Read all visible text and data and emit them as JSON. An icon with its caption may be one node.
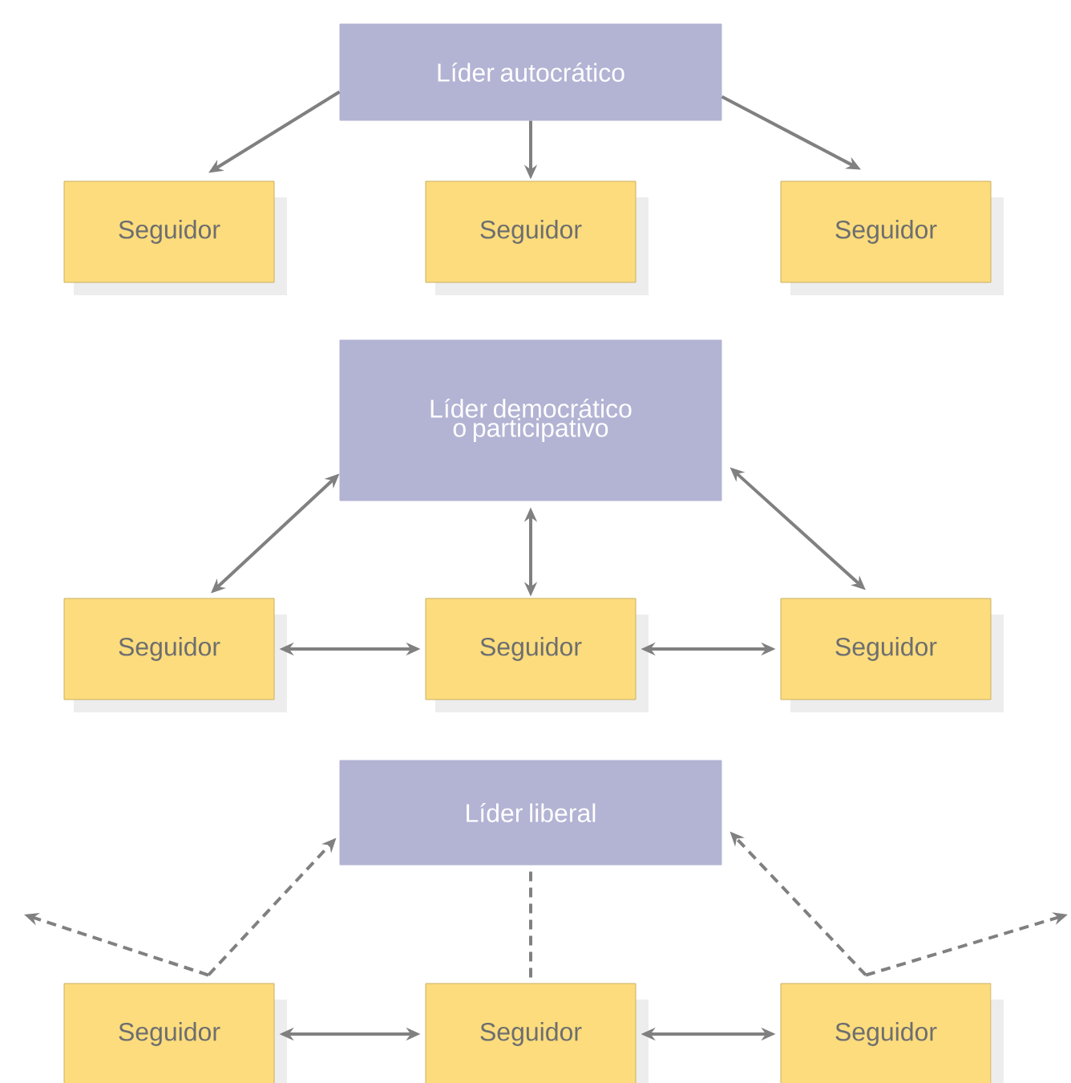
{
  "diagram": {
    "nodes": [
      {
        "text": [
          "Líder autocrático"
        ]
      },
      {
        "text": [
          "Seguidor"
        ]
      },
      {
        "text": [
          "Seguidor"
        ]
      },
      {
        "text": [
          "Seguidor"
        ]
      },
      {
        "text": [
          "Líder democrático o participativo"
        ]
      },
      {
        "text": [
          "Seguidor"
        ]
      },
      {
        "text": [
          "Seguidor"
        ]
      },
      {
        "text": [
          "Seguidor"
        ]
      },
      {
        "text": [
          "Líder liberal"
        ]
      },
      {
        "text": [
          "Seguidor"
        ]
      },
      {
        "text": [
          "Seguidor"
        ]
      },
      {
        "text": [
          "Seguidor"
        ]
      }
    ],
    "edges": [
      {
        "from": 0,
        "to": 1,
        "arrow": "to"
      },
      {
        "from": 0,
        "to": 2,
        "arrow": "to"
      },
      {
        "from": 0,
        "to": 3,
        "arrow": "to"
      },
      {
        "from": 4,
        "to": 5,
        "arrow": "both"
      },
      {
        "from": 4,
        "to": 6,
        "arrow": "both"
      },
      {
        "from": 4,
        "to": 7,
        "arrow": "both"
      },
      {
        "from": 5,
        "to": 6,
        "arrow": "both"
      },
      {
        "from": 6,
        "to": 7,
        "arrow": "both"
      },
      {
        "from": 9,
        "to": 8,
        "arrow": "to",
        "style": "dashed"
      },
      {
        "from": 9,
        "to": null,
        "arrow": "to",
        "style": "dashed"
      },
      {
        "from": 8,
        "to": 10,
        "arrow": "none",
        "style": "dashed"
      },
      {
        "from": 11,
        "to": 8,
        "arrow": "to",
        "style": "dashed"
      },
      {
        "from": 11,
        "to": null,
        "arrow": "to",
        "style": "dashed"
      },
      {
        "from": 9,
        "to": 10,
        "arrow": "both"
      },
      {
        "from": 10,
        "to": 11,
        "arrow": "both"
      }
    ]
  }
}
